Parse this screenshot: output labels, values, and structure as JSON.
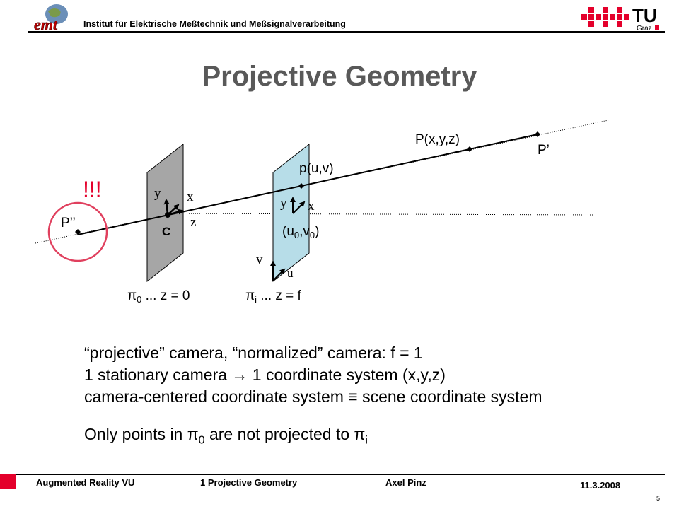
{
  "header": {
    "institute": "Institut für Elektrische Meßtechnik und Meßsignalverarbeitung",
    "logo_left": "emt",
    "logo_right_main": "TU",
    "logo_right_sub": "Graz"
  },
  "title": "Projective Geometry",
  "diagram": {
    "label_P": "P(x,y,z)",
    "label_P_prime": "P’",
    "label_P_dprime": "P’’",
    "label_p": "p(u,v)",
    "label_alert": "!!!",
    "label_C": "C",
    "axis_y0": "y",
    "axis_x0": "x",
    "axis_z0": "z",
    "axis_yi": "y",
    "axis_xi": "x",
    "axis_v": "v",
    "axis_u": "u",
    "u0v0": "(u0,v0)",
    "pi0": "π0 ... z = 0",
    "pii": "πi ... z = f",
    "colors": {
      "left_plane": "#a6a6a6",
      "right_plane": "#b7dde8",
      "circle": "#e0405e"
    }
  },
  "bullets": {
    "line1": "“projective” camera, “normalized” camera: f = 1",
    "line2": "1 stationary camera → 1 coordinate system (x,y,z)",
    "line3": "camera-centered coordinate system ≡ scene coordinate system",
    "line4_a": "Only points in π",
    "line4_sub1": "0",
    "line4_b": " are not projected to π",
    "line4_sub2": "i"
  },
  "footer": {
    "course": "Augmented Reality VU",
    "chapter": "1 Projective Geometry",
    "author": "Axel Pinz",
    "date": "11.3.2008",
    "page": "5"
  }
}
